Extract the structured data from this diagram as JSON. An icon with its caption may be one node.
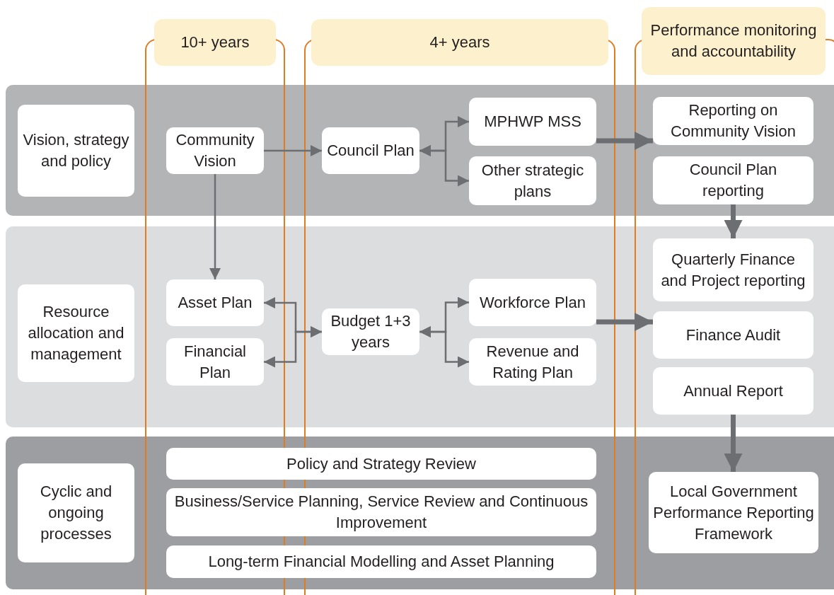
{
  "diagram": {
    "nodes": [
      {
        "text": [
          "10+ years"
        ]
      },
      {
        "text": [
          "4+ years"
        ]
      },
      {
        "text": [
          "Performance monitoring and accountability"
        ]
      },
      {
        "text": [],
        "shape": "band"
      },
      {
        "text": [
          "Vision, strategy and policy"
        ],
        "in": 3
      },
      {
        "text": [
          "Community Vision"
        ],
        "in": 3
      },
      {
        "text": [
          "Council Plan"
        ],
        "in": 3
      },
      {
        "text": [
          "MPHWP MSS"
        ],
        "in": 3
      },
      {
        "text": [
          "Other strategic plans"
        ],
        "in": 3
      },
      {
        "text": [
          "Reporting on Community Vision"
        ],
        "in": 3
      },
      {
        "text": [
          "Council Plan reporting"
        ],
        "in": 3
      },
      {
        "text": [],
        "shape": "band"
      },
      {
        "text": [
          "Resource allocation and management"
        ],
        "in": 11
      },
      {
        "text": [
          "Asset Plan"
        ],
        "in": 11
      },
      {
        "text": [
          "Financial Plan"
        ],
        "in": 11
      },
      {
        "text": [
          "Budget 1+3 years"
        ],
        "in": 11
      },
      {
        "text": [
          "Workforce Plan"
        ],
        "in": 11
      },
      {
        "text": [
          "Revenue and Rating Plan"
        ],
        "in": 11
      },
      {
        "text": [
          "Quarterly Finance and Project reporting"
        ],
        "in": 11
      },
      {
        "text": [
          "Finance Audit"
        ],
        "in": 11
      },
      {
        "text": [
          "Annual Report"
        ],
        "in": 11
      },
      {
        "text": [],
        "shape": "band"
      },
      {
        "text": [
          "Cyclic and ongoing processes"
        ],
        "in": 21
      },
      {
        "text": [
          "Policy and Strategy Review"
        ],
        "in": 21
      },
      {
        "text": [
          "Business/Service Planning, Service Review and Continuous Improvement"
        ],
        "in": 21
      },
      {
        "text": [
          "Long-term Financial Modelling and Asset Planning"
        ],
        "in": 21
      },
      {
        "text": [
          "Local Government Performance Reporting Framework"
        ],
        "in": 21
      }
    ],
    "edges": [
      {
        "from": 5,
        "to": 6,
        "arrow": "to"
      },
      {
        "from": 6,
        "to": 7,
        "arrow": "both"
      },
      {
        "from": 6,
        "to": 8,
        "arrow": "both"
      },
      {
        "from": 5,
        "to": 13,
        "arrow": "to"
      },
      {
        "from": 15,
        "to": 13,
        "arrow": "both"
      },
      {
        "from": 15,
        "to": 14,
        "arrow": "both"
      },
      {
        "from": 15,
        "to": 16,
        "arrow": "both"
      },
      {
        "from": 15,
        "to": 17,
        "arrow": "both"
      },
      {
        "from": 7,
        "to": 9,
        "arrow": "to",
        "style": "thick"
      },
      {
        "from": 16,
        "to": 19,
        "arrow": "to",
        "style": "thick"
      },
      {
        "from": 10,
        "to": 18,
        "arrow": "to",
        "style": "thick"
      },
      {
        "from": 20,
        "to": 26,
        "arrow": "to",
        "style": "thick"
      }
    ]
  }
}
